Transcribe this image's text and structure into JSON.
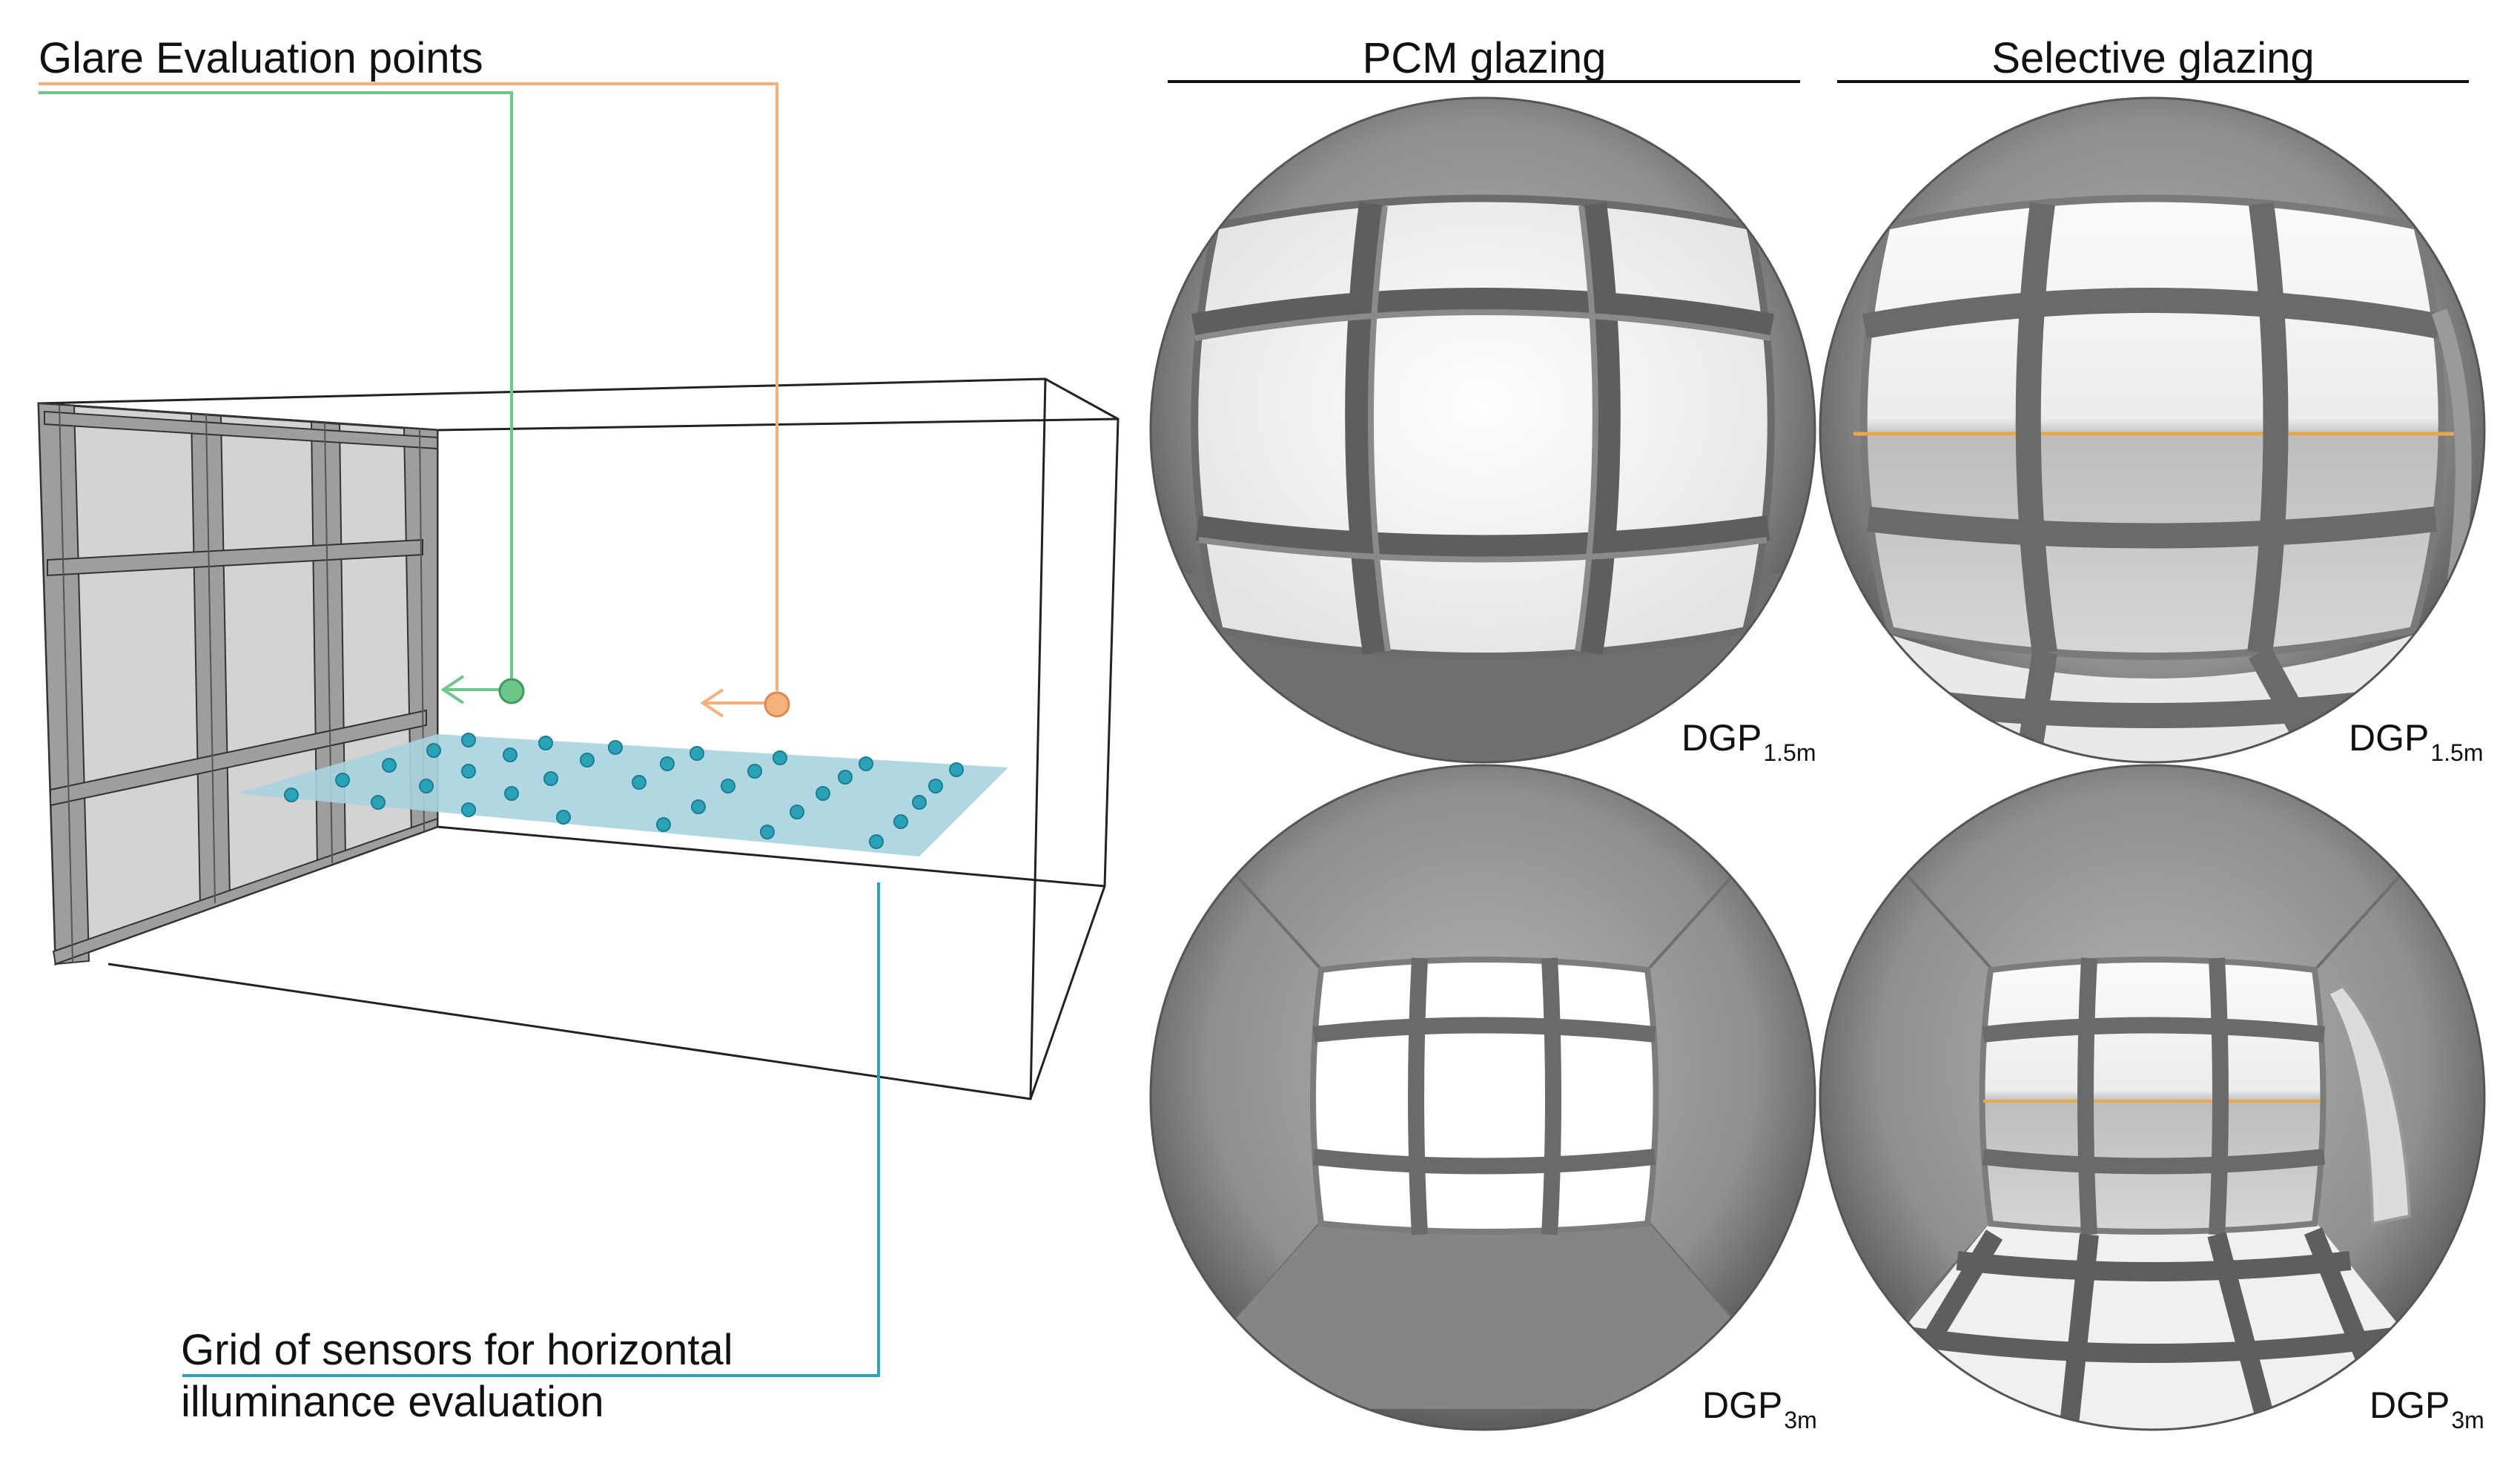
{
  "labels": {
    "glare_points": "Glare Evaluation points",
    "sensor_grid_line1": "Grid of sensors for horizontal",
    "sensor_grid_line2": "illuminance evaluation"
  },
  "columns": [
    {
      "title": "PCM glazing"
    },
    {
      "title": "Selective glazing"
    }
  ],
  "renders": [
    {
      "column": "PCM glazing",
      "metric": "DGP",
      "subscript": "1.5m"
    },
    {
      "column": "Selective glazing",
      "metric": "DGP",
      "subscript": "1.5m"
    },
    {
      "column": "PCM glazing",
      "metric": "DGP",
      "subscript": "3m"
    },
    {
      "column": "Selective glazing",
      "metric": "DGP",
      "subscript": "3m"
    }
  ],
  "colors": {
    "glare_point_near": "#6cc88a",
    "glare_point_far": "#f5b07c",
    "sensor_grid": "#2aa3b8",
    "sensor_plane": "#a9d3df",
    "selective_tint_line": "#e8a84a"
  }
}
